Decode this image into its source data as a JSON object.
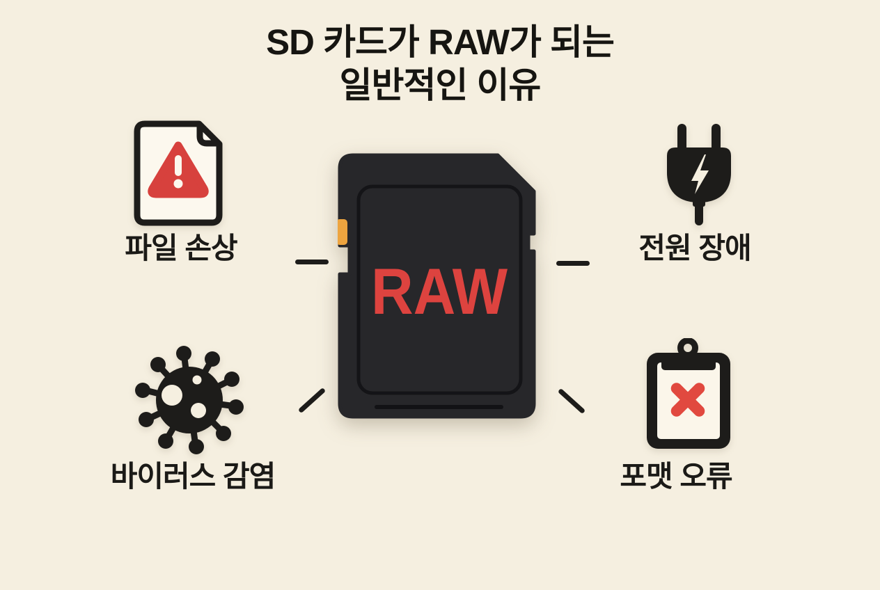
{
  "title": {
    "line1": "SD 카드가 RAW가 되는",
    "line2": "일반적인 이유"
  },
  "card": {
    "label": "RAW"
  },
  "reasons": [
    {
      "id": "file-damage",
      "label": "파일 손상",
      "icon": "document-warning-icon",
      "position": "top-left"
    },
    {
      "id": "power-failure",
      "label": "전원 장애",
      "icon": "power-plug-icon",
      "position": "top-right"
    },
    {
      "id": "virus-infection",
      "label": "바이러스 감염",
      "icon": "virus-icon",
      "position": "bottom-left"
    },
    {
      "id": "format-error",
      "label": "포맷 오류",
      "icon": "clipboard-x-icon",
      "position": "bottom-right"
    }
  ],
  "colors": {
    "background": "#f5efe0",
    "ink": "#1d1c1a",
    "card_body": "#27272a",
    "raw_red": "#dd433f",
    "warning_red": "#d7413d",
    "x_red": "#e1493f",
    "lock_switch_orange": "#eda43f",
    "page_white": "#fcf8ee"
  }
}
